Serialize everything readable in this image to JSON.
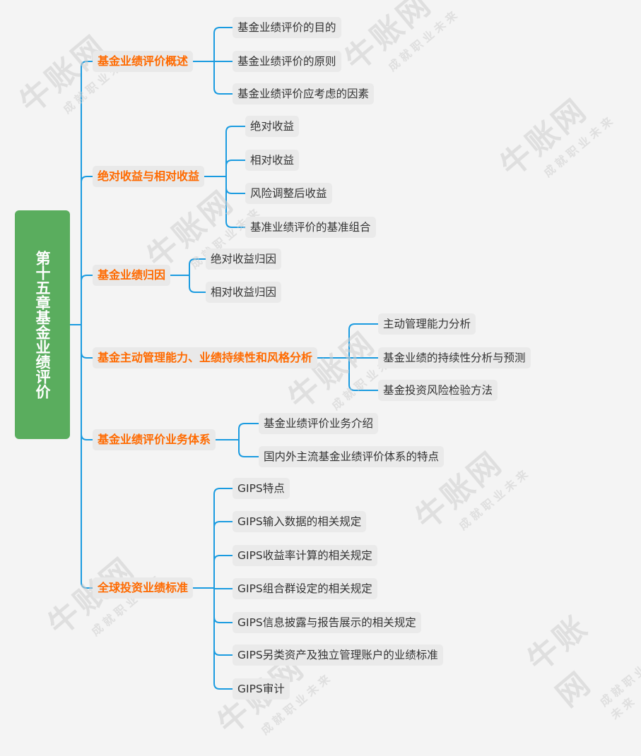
{
  "root": {
    "label": "第十五章基金业绩评价"
  },
  "sections": [
    {
      "label": "基金业绩评价概述",
      "children": [
        "基金业绩评价的目的",
        "基金业绩评价的原则",
        "基金业绩评价应考虑的因素"
      ]
    },
    {
      "label": "绝对收益与相对收益",
      "children": [
        "绝对收益",
        "相对收益",
        "风险调整后收益",
        "基准业绩评价的基准组合"
      ]
    },
    {
      "label": "基金业绩归因",
      "children": [
        "绝对收益归因",
        "相对收益归因"
      ]
    },
    {
      "label": "基金主动管理能力、业绩持续性和风格分析",
      "children": [
        "主动管理能力分析",
        "基金业绩的持续性分析与预测",
        "基金投资风险检验方法"
      ]
    },
    {
      "label": "基金业绩评价业务体系",
      "children": [
        "基金业绩评价业务介绍",
        "国内外主流基金业绩评价体系的特点"
      ]
    },
    {
      "label": "全球投资业绩标准",
      "children": [
        "GIPS特点",
        "GIPS输入数据的相关规定",
        "GIPS收益率计算的相关规定",
        "GIPS组合群设定的相关规定",
        "GIPS信息披露与报告展示的相关规定",
        "GIPS另类资产及独立管理账户的业绩标准",
        "GIPS审计"
      ]
    }
  ],
  "watermark": {
    "brand": "牛账网",
    "slogan": "成就职业未来"
  },
  "colors": {
    "root_bg": "#5aad5e",
    "section_text": "#ff6a00",
    "connector": "#1a9be0",
    "node_bg": "#e9e9e9",
    "background": "#f4f4f4"
  }
}
